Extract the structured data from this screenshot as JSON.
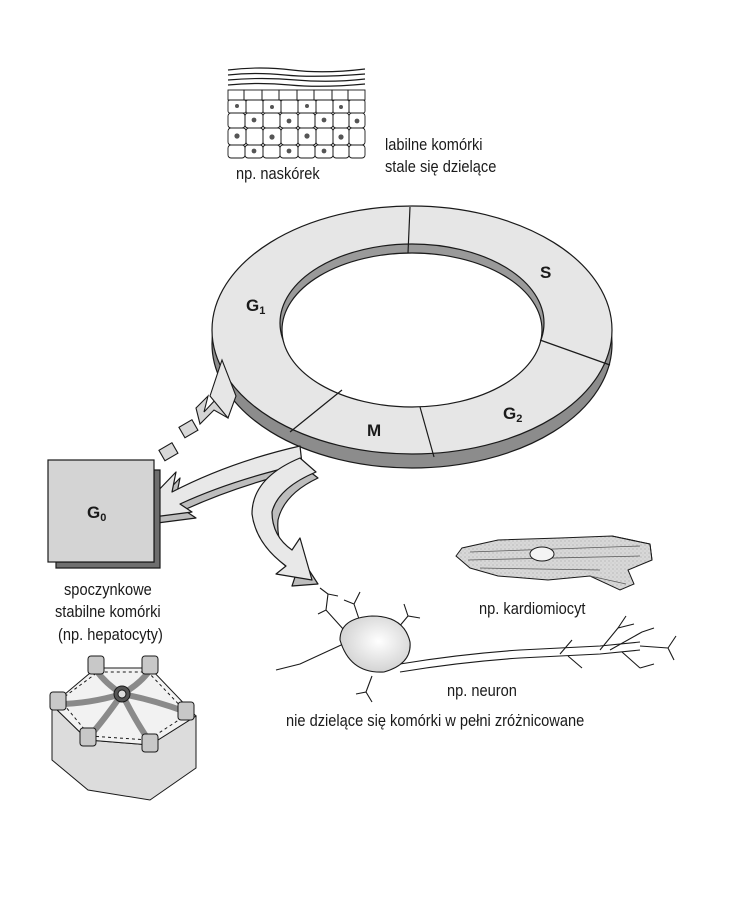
{
  "colors": {
    "ink": "#1a1a1a",
    "ring": "#e6e6e6",
    "ring_side": "#8c8c8c",
    "box": "#d4d4d4"
  },
  "phases": {
    "g1": {
      "base": "G",
      "sub": "1"
    },
    "s": "S",
    "g2": {
      "base": "G",
      "sub": "2"
    },
    "m": "M",
    "g0": {
      "base": "G",
      "sub": "0"
    }
  },
  "labile": {
    "example": "np. naskórek",
    "line1": "labilne komórki",
    "line2": "stale się dzielące"
  },
  "stable": {
    "line1": "spoczynkowe",
    "line2": "stabilne komórki",
    "line3": "(np. hepatocyty)"
  },
  "nondividing": {
    "cardio": "np. kardiomiocyt",
    "neuron": "np. neuron",
    "caption": "nie dzielące się komórki w pełni zróżnicowane"
  }
}
